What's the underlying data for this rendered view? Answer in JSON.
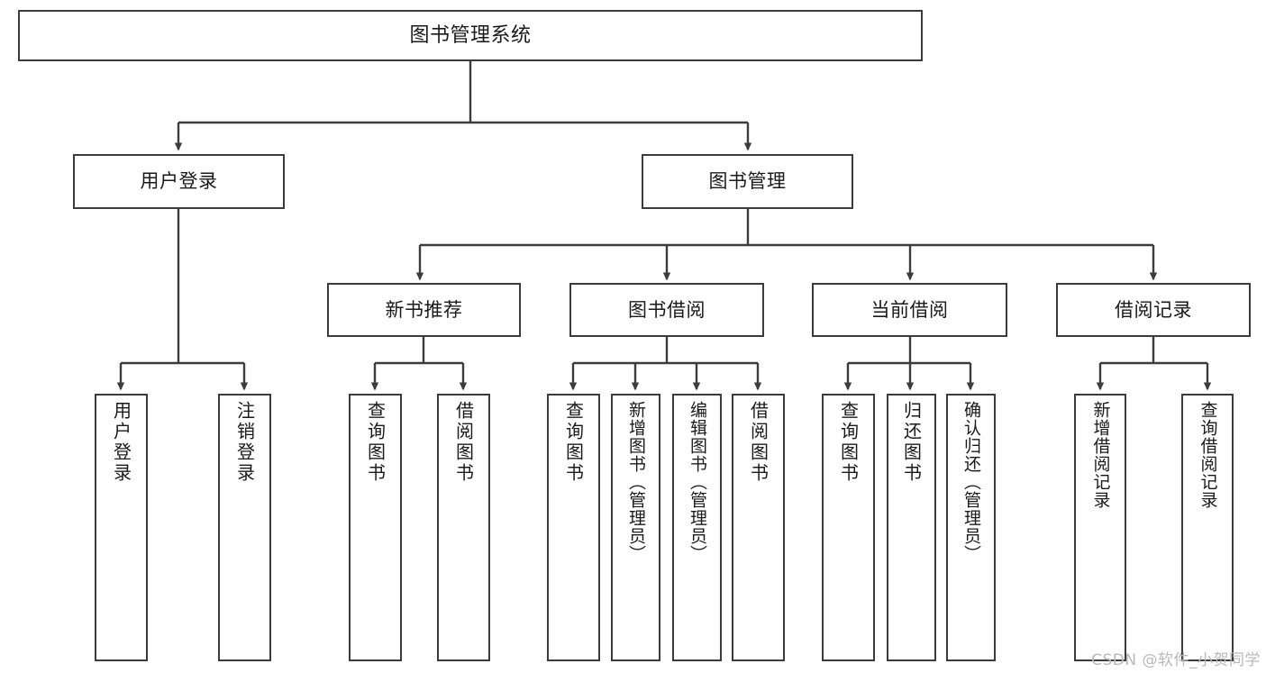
{
  "diagram": {
    "title": "图书管理系统",
    "type": "hierarchy-tree",
    "watermark": "CSDN @软件_小贺同学",
    "colors": {
      "border": "#3c3c3c",
      "background": "#ffffff",
      "text": "#1a1a1a",
      "watermark": "#b9b9b9"
    },
    "nodes": {
      "root": {
        "label": "图书管理系统"
      },
      "level2": [
        {
          "label": "用户登录"
        },
        {
          "label": "图书管理"
        }
      ],
      "level3": [
        {
          "label": "新书推荐"
        },
        {
          "label": "图书借阅"
        },
        {
          "label": "当前借阅"
        },
        {
          "label": "借阅记录"
        }
      ],
      "leaves": [
        {
          "label": "用户登录"
        },
        {
          "label": "注销登录"
        },
        {
          "label": "查询图书"
        },
        {
          "label": "借阅图书"
        },
        {
          "label": "查询图书"
        },
        {
          "label": "新增图书（管理员）"
        },
        {
          "label": "编辑图书（管理员）"
        },
        {
          "label": "借阅图书"
        },
        {
          "label": "查询图书"
        },
        {
          "label": "归还图书"
        },
        {
          "label": "确认归还（管理员）"
        },
        {
          "label": "新增借阅记录"
        },
        {
          "label": "查询借阅记录"
        }
      ]
    }
  }
}
